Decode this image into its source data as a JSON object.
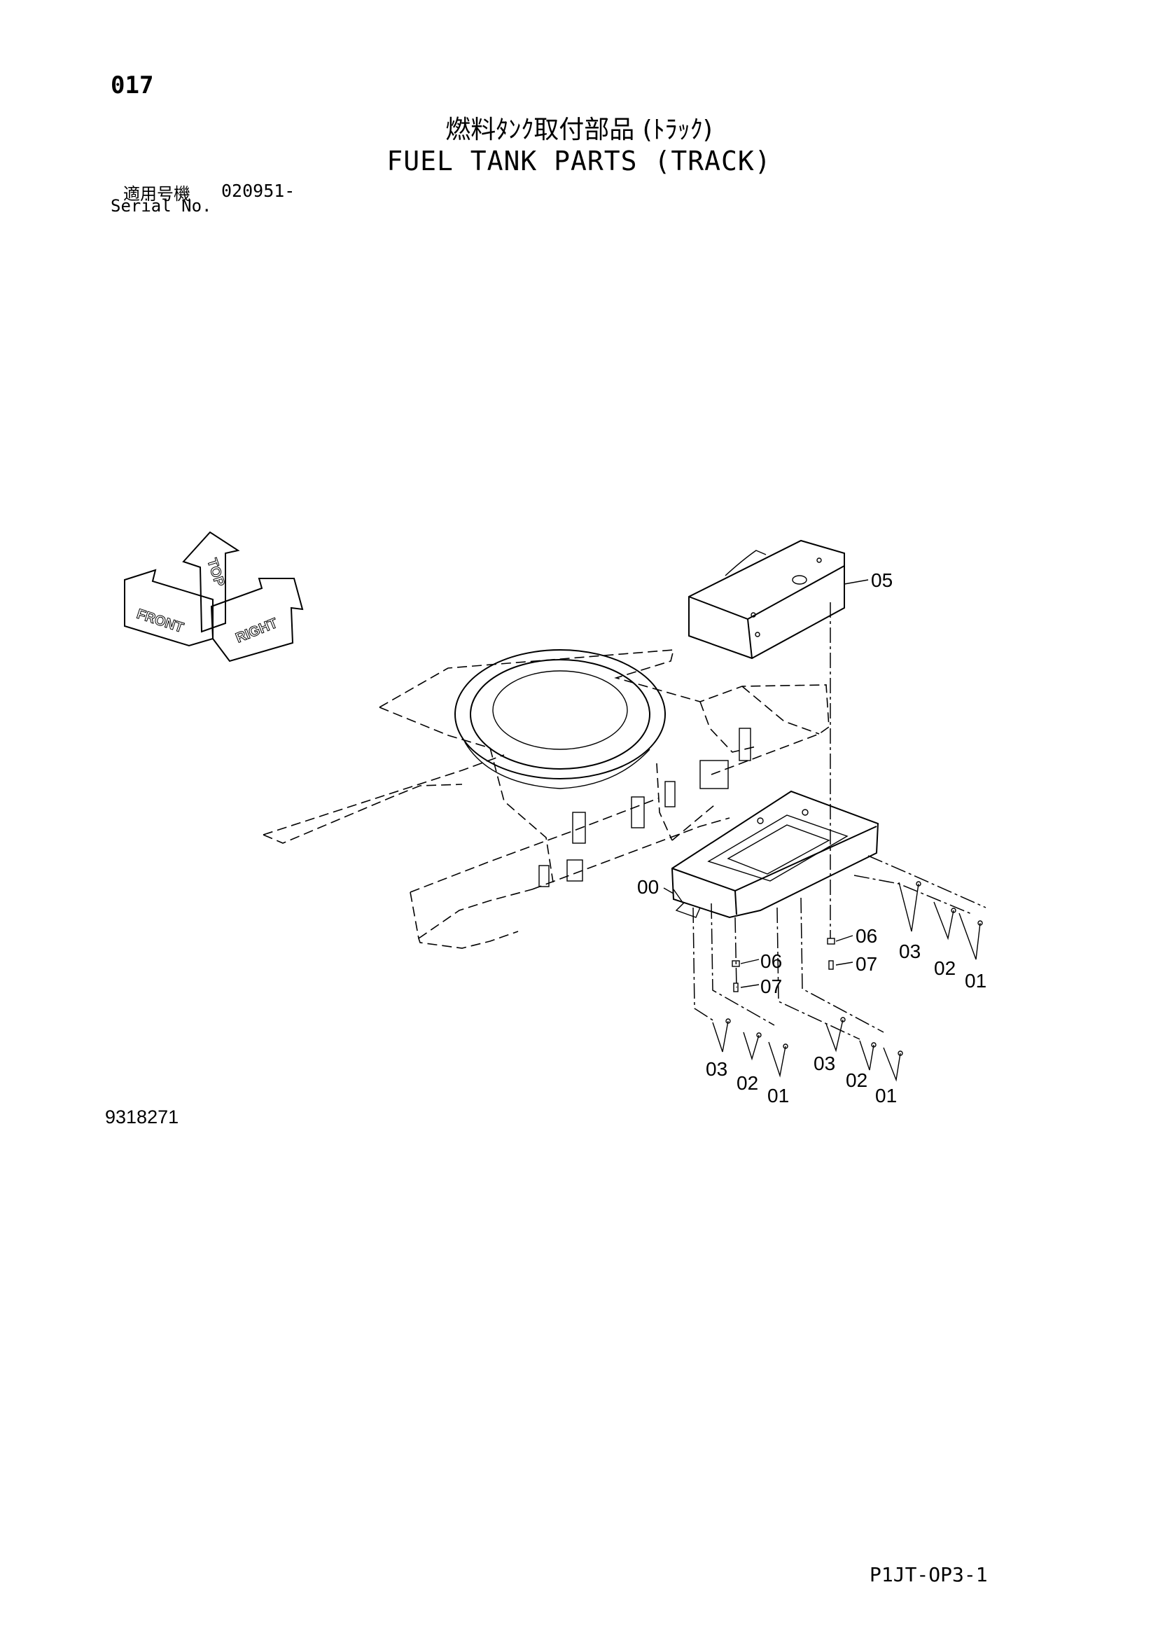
{
  "header": {
    "page_number": "017",
    "title_jp": "燃料ﾀﾝｸ取付部品 (ﾄﾗｯｸ)",
    "title_en": "FUEL TANK PARTS (TRACK)",
    "serial_label_jp": "適用号機",
    "serial_value": "020951-",
    "serial_label_en": "Serial No."
  },
  "diagram": {
    "orientation": {
      "top": "TOP",
      "front": "FRONT",
      "right": "RIGHT"
    },
    "part_labels": {
      "tank": "05",
      "bracket": "00",
      "r06": "06",
      "r07": "07",
      "l06": "06",
      "l07": "07",
      "r03": "03",
      "r02": "02",
      "r01": "01",
      "bl03": "03",
      "bl02": "02",
      "bl01": "01",
      "bm03": "03",
      "bm02": "02",
      "bm01": "01"
    }
  },
  "footer": {
    "drawing_number": "9318271",
    "page_code": "P1JT-OP3-1"
  }
}
